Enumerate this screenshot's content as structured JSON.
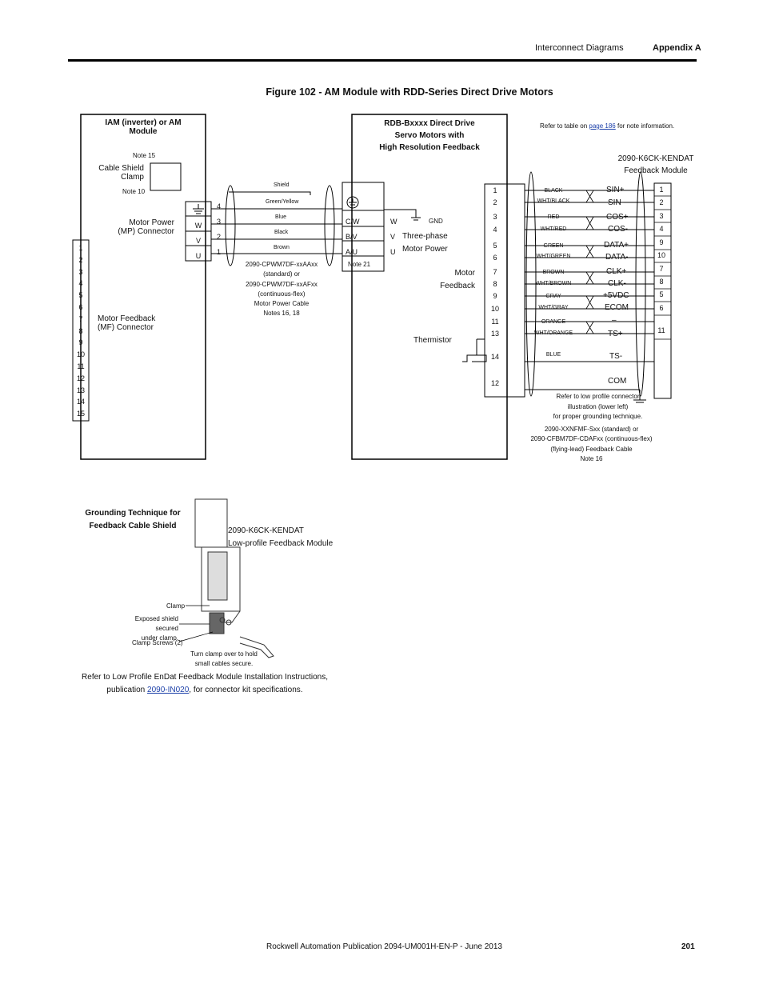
{
  "header": {
    "section": "Interconnect Diagrams",
    "appendix": "Appendix A"
  },
  "figure_title": "Figure 102 - AM Module with RDD-Series Direct Drive Motors",
  "iam": {
    "title1": "IAM (inverter) or AM",
    "title2": "Module",
    "note15": "Note 15",
    "clamp1": "Cable Shield",
    "clamp2": "Clamp",
    "note10": "Note 10",
    "mp1": "Motor Power",
    "mp2": "(MP) Connector",
    "mp_pins": [
      "4",
      "3",
      "2",
      "1"
    ],
    "mp_labels": [
      "W",
      "V",
      "U"
    ],
    "mf1": "Motor Feedback",
    "mf2": "(MF) Connector",
    "mf_pins": [
      "1",
      "2",
      "3",
      "4",
      "5",
      "6",
      "7",
      "8",
      "9",
      "10",
      "11",
      "12",
      "13",
      "14",
      "15"
    ]
  },
  "power_cable": {
    "wires": [
      "Shield",
      "Green/Yellow",
      "Blue",
      "Black",
      "Brown"
    ],
    "line1": "2090-CPWM7DF-xxAAxx",
    "line2": "(standard) or",
    "line3": "2090-CPWM7DF-xxAFxx",
    "line4": "(continuous-flex)",
    "line5": "Motor Power Cable",
    "line6": "Notes 16, 18"
  },
  "motor": {
    "title1": "RDB-Bxxxx Direct Drive",
    "title2": "Servo Motors with",
    "title3": "High Resolution Feedback",
    "terminals": [
      "C/W",
      "B/V",
      "A/U"
    ],
    "note21": "Note 21",
    "phases": [
      "W",
      "V",
      "U"
    ],
    "gnd": "GND",
    "three1": "Three-phase",
    "three2": "Motor Power",
    "fb1": "Motor",
    "fb2": "Feedback",
    "thermistor": "Thermistor",
    "fb_pins": [
      "1",
      "2",
      "3",
      "4",
      "5",
      "6",
      "7",
      "8",
      "9",
      "10",
      "11",
      "13",
      "14",
      "12"
    ]
  },
  "feedback_cable": {
    "colors": [
      "BLACK",
      "WHT/BLACK",
      "RED",
      "WHT/RED",
      "GREEN",
      "WHT/GREEN",
      "BROWN",
      "WHT/BROWN",
      "GRAY",
      "WHT/GRAY",
      "ORANGE",
      "WHT/ORANGE",
      "BLUE"
    ],
    "signals": [
      "SIN+",
      "SIN-",
      "COS+",
      "COS-",
      "DATA+",
      "DATA-",
      "CLK+",
      "CLK-",
      "+5VDC",
      "ECOM",
      "–",
      "TS+",
      "TS-",
      "COM"
    ],
    "refer1": "Refer to low profile connector",
    "refer2": "illustration (lower left)",
    "refer3": "for proper grounding technique.",
    "cable1": "2090-XXNFMF-Sxx (standard) or",
    "cable2": "2090-CFBM7DF-CDAFxx (continuous-flex)",
    "cable3": "(flying-lead) Feedback Cable",
    "cable4": "Note 16"
  },
  "kendat": {
    "note_pre": "Refer to table on ",
    "note_link": "page 186",
    "note_post": " for note information.",
    "title1": "2090-K6CK-KENDAT",
    "title2": "Feedback Module",
    "pins": [
      "1",
      "2",
      "3",
      "4",
      "9",
      "10",
      "7",
      "8",
      "5",
      "6",
      "11"
    ]
  },
  "grounding": {
    "title1": "Grounding Technique for",
    "title2": "Feedback Cable Shield",
    "module1": "2090-K6CK-KENDAT",
    "module2": "Low-profile Feedback Module",
    "clamp": "Clamp",
    "exposed1": "Exposed shield secured",
    "exposed2": "under clamp.",
    "screws": "Clamp Screws (2)",
    "turn1": "Turn clamp over to hold",
    "turn2": "small cables secure.",
    "ref1": "Refer to Low Profile EnDat Feedback Module Installation Instructions,",
    "ref2_pre": "publication ",
    "ref2_link": "2090-IN020",
    "ref2_post": ", for connector kit specifications."
  },
  "footer": {
    "publication": "Rockwell Automation Publication 2094-UM001H-EN-P - June 2013",
    "page": "201"
  }
}
